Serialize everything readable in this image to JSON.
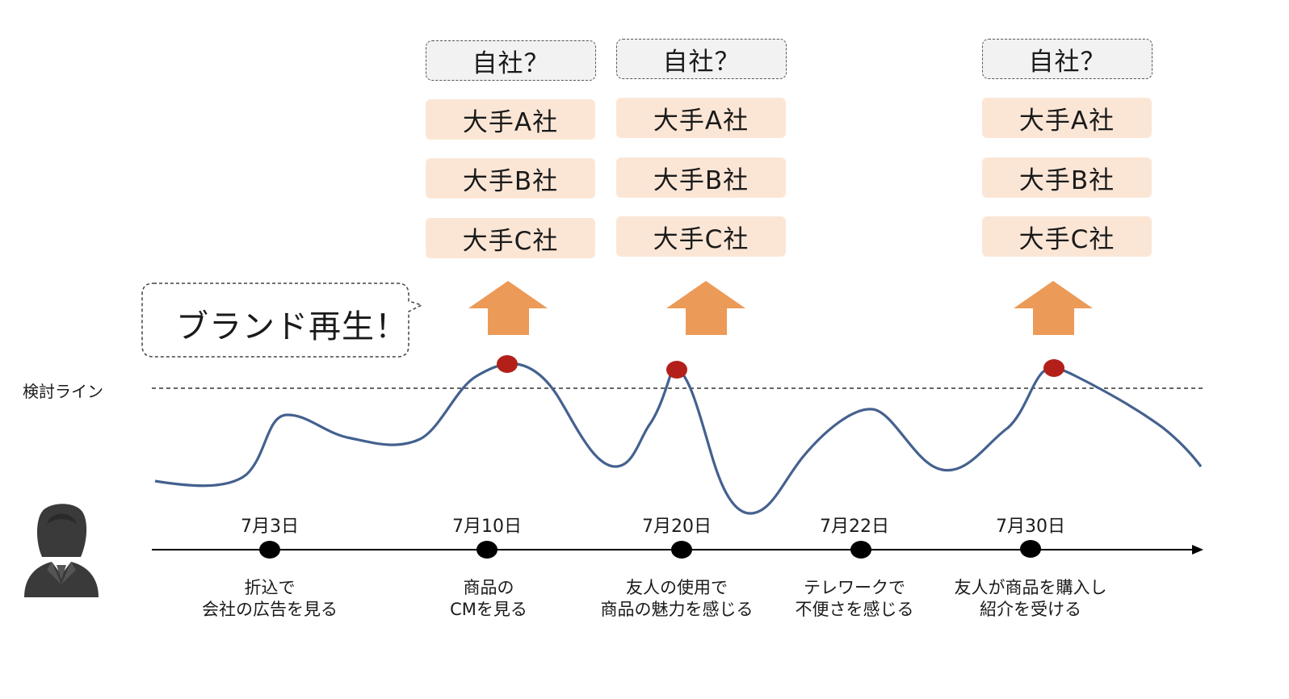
{
  "threshold_label": "検討ライン",
  "bubble_text": "ブランド再生！",
  "candidate_groups": [
    {
      "self": "自社？",
      "companies": [
        "大手A社",
        "大手B社",
        "大手C社"
      ]
    },
    {
      "self": "自社？",
      "companies": [
        "大手A社",
        "大手B社",
        "大手C社"
      ]
    },
    {
      "self": "自社？",
      "companies": [
        "大手A社",
        "大手B社",
        "大手C社"
      ]
    }
  ],
  "timeline": [
    {
      "date": "7月3日",
      "event_line1": "折込で",
      "event_line2": "会社の広告を見る"
    },
    {
      "date": "7月10日",
      "event_line1": "商品の",
      "event_line2": "CMを見る"
    },
    {
      "date": "7月20日",
      "event_line1": "友人の使用で",
      "event_line2": "商品の魅力を感じる"
    },
    {
      "date": "7月22日",
      "event_line1": "テレワークで",
      "event_line2": "不便さを感じる"
    },
    {
      "date": "7月30日",
      "event_line1": "友人が商品を購入し",
      "event_line2": "紹介を受ける"
    }
  ],
  "colors": {
    "curve": "#44618f",
    "peak_dot": "#b3201a",
    "arrow": "#ec9a57",
    "company_box": "#fbe6d6",
    "self_box": "#f2f2f2"
  },
  "icons": {
    "person": "person-silhouette-icon",
    "arrow_up": "arrow-up-icon"
  }
}
